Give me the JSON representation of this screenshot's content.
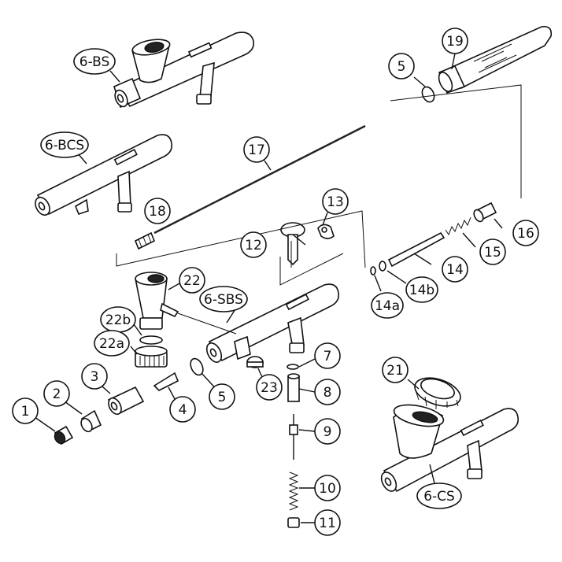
{
  "callouts": {
    "c1": "1",
    "c2": "2",
    "c3": "3",
    "c4": "4",
    "c5a": "5",
    "c5b": "5",
    "c6bs": "6-BS",
    "c6bcs": "6-BCS",
    "c6sbs": "6-SBS",
    "c6cs": "6-CS",
    "c7": "7",
    "c8": "8",
    "c9": "9",
    "c10": "10",
    "c11": "11",
    "c12": "12",
    "c13": "13",
    "c14": "14",
    "c14a": "14a",
    "c14b": "14b",
    "c15": "15",
    "c16": "16",
    "c17": "17",
    "c18": "18",
    "c19": "19",
    "c21": "21",
    "c22": "22",
    "c22a": "22a",
    "c22b": "22b",
    "c23": "23"
  }
}
